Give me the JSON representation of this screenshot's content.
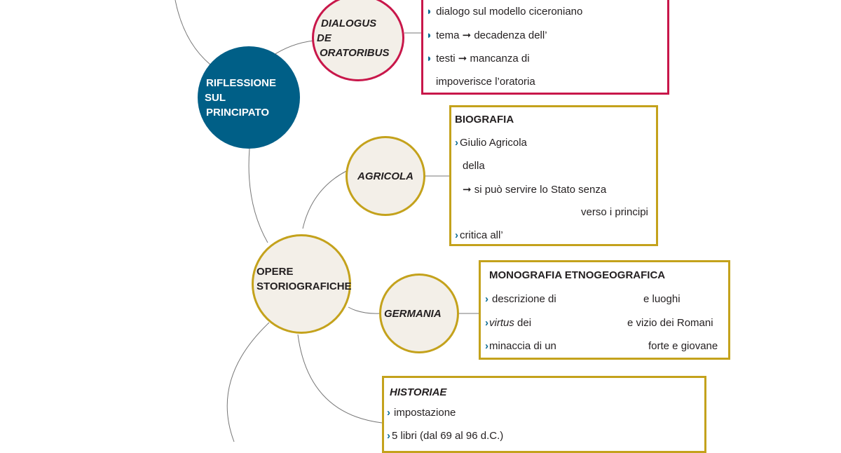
{
  "colors": {
    "blue": "#005f87",
    "crimson": "#c8174a",
    "gold": "#c4a21c",
    "cream": "#f3efe8"
  },
  "nodes": {
    "riflessione": [
      "RIFLESSIONE",
      "SUL",
      "PRINCIPATO"
    ],
    "dialogus": [
      "DIALOGUS",
      "DE",
      "ORATORIBUS"
    ],
    "agricola": "AGRICOLA",
    "opere": [
      "OPERE",
      "STORIOGRAFICHE"
    ],
    "germania": "GERMANIA"
  },
  "dialogus_box": {
    "items": [
      "dialogo sul modello ciceroniano",
      "tema ➞ decadenza dell’",
      "testi ➞ mancanza di"
    ],
    "cont": "impoverisce l’oratoria"
  },
  "agricola_box": {
    "title": "BIOGRAFIA",
    "l1": "Giulio Agricola",
    "l2": "della",
    "l3": "➞  si può servire lo Stato senza",
    "l4": "verso i principi",
    "l5": "critica all’"
  },
  "germania_box": {
    "title": "MONOGRAFIA ETNOGEOGRAFICA",
    "r1a": "descrizione di",
    "r1b": "e luoghi",
    "r2i": "virtus",
    "r2a": " dei",
    "r2b": "e vizio dei Romani",
    "r3a": "minaccia di un",
    "r3b": "forte e giovane"
  },
  "historiae_box": {
    "title": "HISTORIAE",
    "l1": "impostazione",
    "l2": "5 libri (dal 69 al 96 d.C.)"
  }
}
